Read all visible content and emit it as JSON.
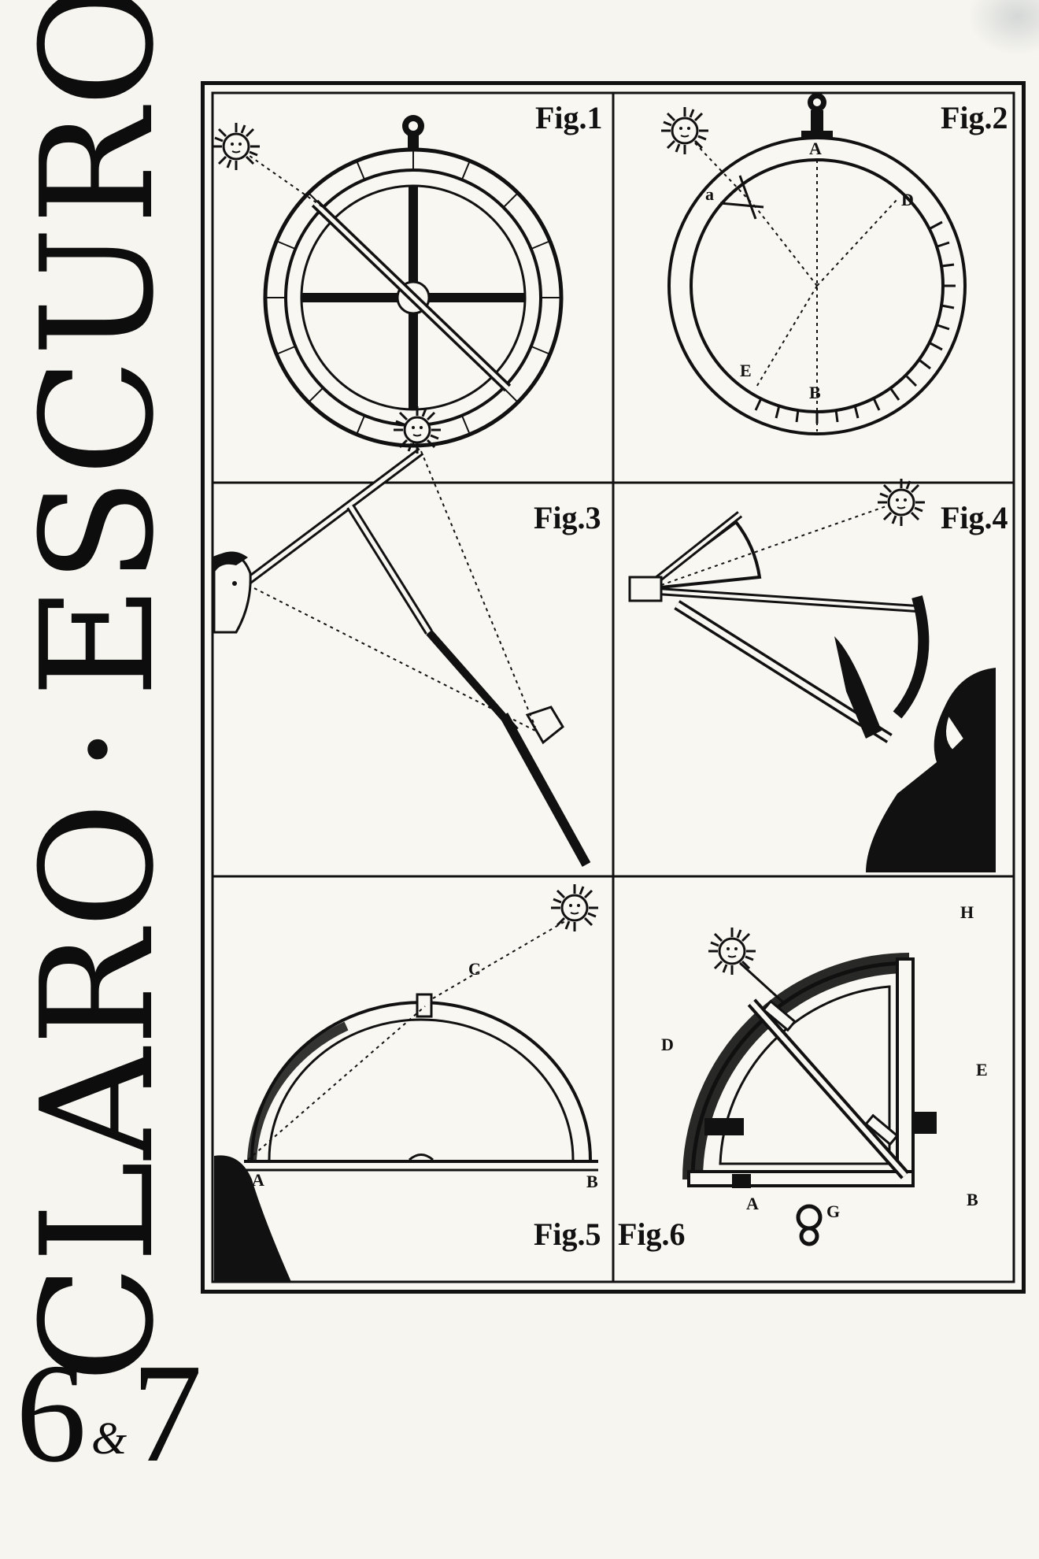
{
  "cover": {
    "title_left": "CLARO",
    "title_separator": "·",
    "title_right": "ESCURO",
    "issue_first": "6",
    "issue_amp": "&",
    "issue_second": "7"
  },
  "plate": {
    "figures": [
      {
        "label": "Fig.1"
      },
      {
        "label": "Fig.2"
      },
      {
        "label": "Fig.3"
      },
      {
        "label": "Fig.4"
      },
      {
        "label": "Fig.5"
      },
      {
        "label": "Fig.6"
      }
    ],
    "letters": {
      "fig2_a": "A",
      "fig2_b": "B",
      "fig2_d": "D",
      "fig2_e": "E",
      "fig2_small_a": "a",
      "fig5_c": "C",
      "fig5_a": "A",
      "fig5_b": "B",
      "fig6_h": "H",
      "fig6_d": "D",
      "fig6_e": "E",
      "fig6_a": "A",
      "fig6_b": "B",
      "fig6_g": "G"
    }
  },
  "colors": {
    "paper": "#f6f5ef",
    "ink": "#111111"
  }
}
